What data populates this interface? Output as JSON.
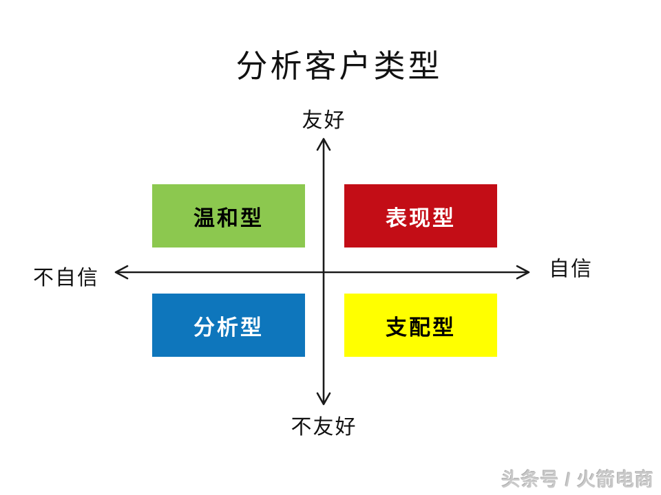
{
  "title": "分析客户类型",
  "axes": {
    "top_label": "友好",
    "bottom_label": "不友好",
    "left_label": "不自信",
    "right_label": "自信",
    "color": "#1a1a1a"
  },
  "quadrants": [
    {
      "position": "top-left",
      "label": "温和型",
      "color": "#8cc84f",
      "text_color": "#000000"
    },
    {
      "position": "top-right",
      "label": "表现型",
      "color": "#c30d16",
      "text_color": "#ffffff"
    },
    {
      "position": "bottom-left",
      "label": "分析型",
      "color": "#0e76bc",
      "text_color": "#ffffff"
    },
    {
      "position": "bottom-right",
      "label": "支配型",
      "color": "#ffff00",
      "text_color": "#000000"
    }
  ],
  "watermark": "头条号 / 火箭电商"
}
